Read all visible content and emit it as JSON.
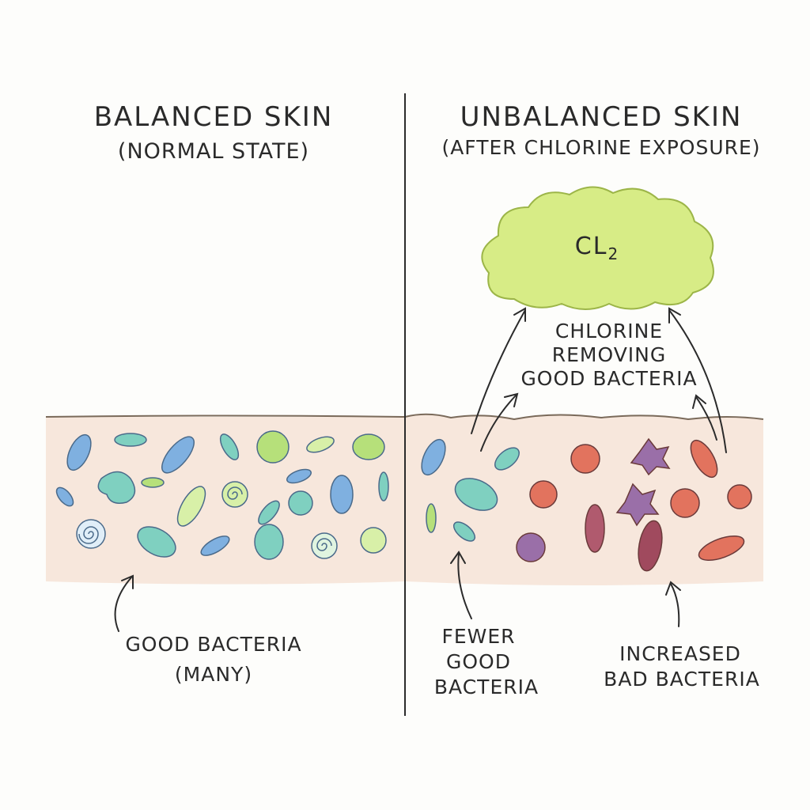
{
  "left_panel": {
    "title": "BALANCED SKIN",
    "subtitle": "(NORMAL STATE)",
    "label_line1": "GOOD BACTERIA",
    "label_line2": "(MANY)"
  },
  "right_panel": {
    "title": "UNBALANCED SKIN",
    "subtitle": "(AFTER CHLORINE EXPOSURE)",
    "cloud_formula_main": "CL",
    "cloud_formula_sub": "2",
    "chlorine_line1": "CHLORINE",
    "chlorine_line2": "REMOVING",
    "chlorine_line3": "GOOD BACTERIA",
    "fewer_line1": "FEWER",
    "fewer_line2": "GOOD",
    "fewer_line3": "BACTERIA",
    "bad_line1": "INCREASED",
    "bad_line2": "BAD BACTERIA"
  },
  "colors": {
    "skin": "#f6e3d6",
    "skin_line": "#7a6a5a",
    "cloud": "#d7ec86",
    "good_blue": "#7fb0e0",
    "good_teal": "#7fd0c0",
    "good_green": "#b6e07a",
    "bad_red": "#e2735e",
    "bad_purple": "#9a6fa8",
    "bad_maroon": "#a04a5e",
    "ink": "#2b2b2b"
  }
}
